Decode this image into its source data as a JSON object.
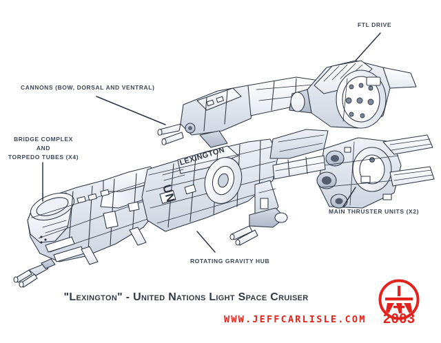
{
  "illustration": {
    "subject": "United Nations Light Space Cruiser \"Lexington\"",
    "style": "pencil line-art cutaway / three-quarter view technical illustration",
    "hull_markings": [
      {
        "text": "LEXINGTON",
        "location": "dorsal forward hull"
      },
      {
        "text": "UN",
        "location": "port midship hull"
      }
    ]
  },
  "callouts": [
    {
      "id": "ftl-drive",
      "label": "FTL DRIVE"
    },
    {
      "id": "cannons",
      "label": "CANNONS (BOW, DORSAL AND VENTRAL)"
    },
    {
      "id": "bridge-line1",
      "label": "BRIDGE COMPLEX"
    },
    {
      "id": "bridge-line2",
      "label": "AND"
    },
    {
      "id": "bridge-line3",
      "label": "TORPEDO TUBES (X4)"
    },
    {
      "id": "main-thruster",
      "label": "MAIN THRUSTER UNITS (X2)"
    },
    {
      "id": "gravity-hub",
      "label": "ROTATING GRAVITY HUB"
    }
  ],
  "title": "\"Lexington\" - United Nations  Light Space Cruiser",
  "credit": {
    "url": "WWW.JEFFCARLISLE.COM",
    "year": "2003",
    "logo_name": "jeff-carlisle-roundel"
  },
  "colors": {
    "background": "#ffffff",
    "label_text": "#3c4654",
    "title_text": "#2f3947",
    "accent_red": "#e2221c",
    "line_art_stroke": "#2b3340",
    "hull_fill_light": "#f4f6f9",
    "hull_fill_mid": "#dfe4ec",
    "hull_fill_dark": "#c3cbd8"
  }
}
